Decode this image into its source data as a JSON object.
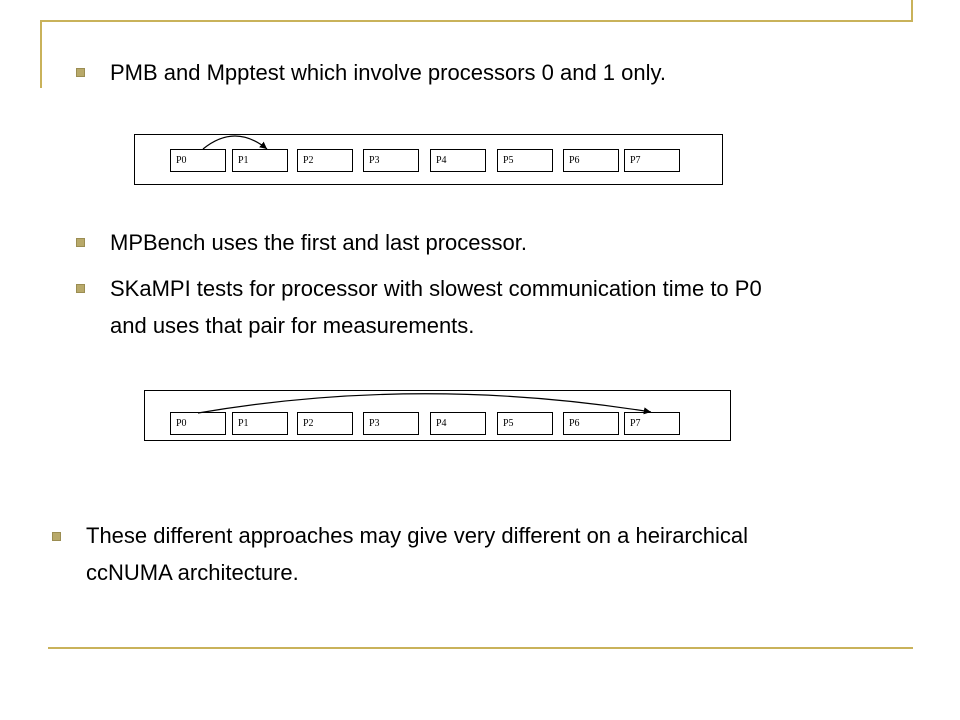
{
  "bullets": {
    "pmb": "PMB and Mpptest which involve processors 0 and 1 only.",
    "mpbench": "MPBench uses the first and last processor.",
    "skampi_line1": "SKaMPI tests for processor with slowest communication time to P0",
    "skampi_line2": "and uses that pair for measurements.",
    "diff_line1": "These different approaches may give very different on a heirarchical",
    "diff_line2": "ccNUMA architecture."
  },
  "diagram1": {
    "processors": [
      "P0",
      "P1",
      "P2",
      "P3",
      "P4",
      "P5",
      "P6",
      "P7"
    ],
    "arrow_from": "P0",
    "arrow_to": "P1"
  },
  "diagram2": {
    "processors": [
      "P0",
      "P1",
      "P2",
      "P3",
      "P4",
      "P5",
      "P6",
      "P7"
    ],
    "arrow_from": "P0",
    "arrow_to": "P7"
  },
  "colors": {
    "rule": "#c9b25a",
    "bullet": "#b8a96a"
  }
}
